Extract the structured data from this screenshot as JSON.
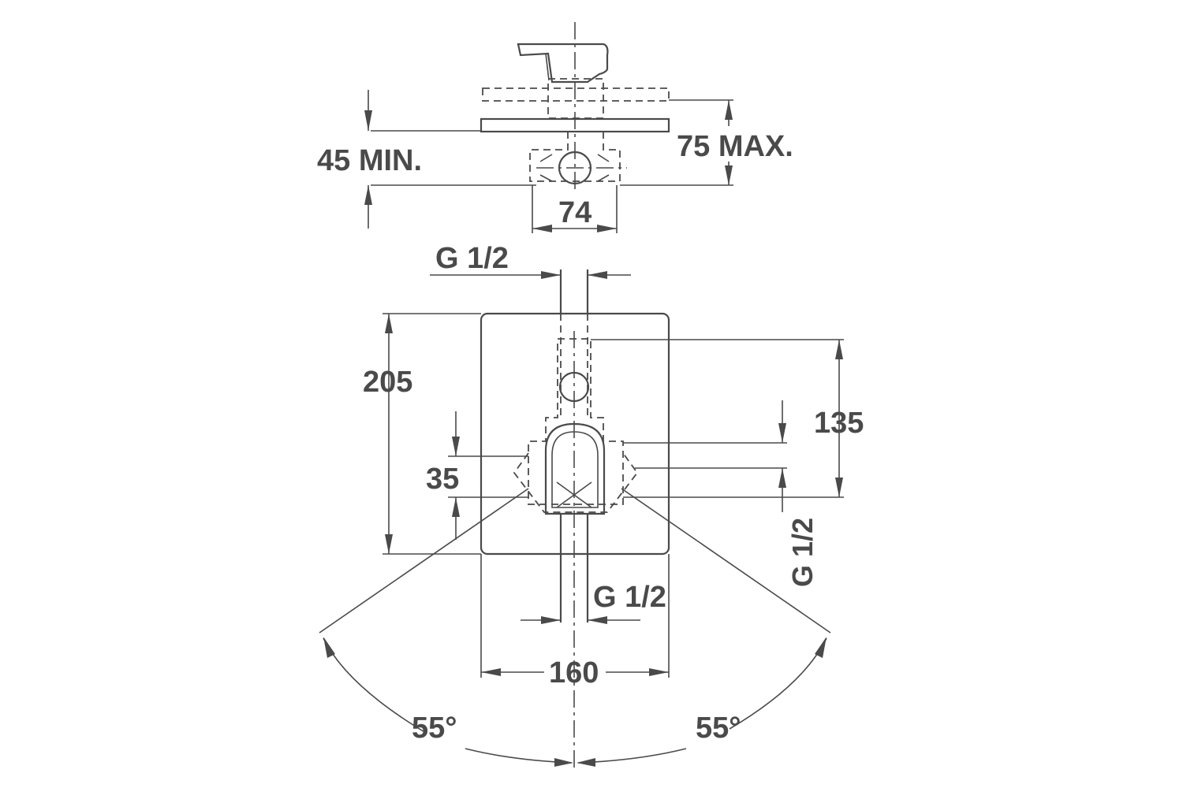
{
  "colors": {
    "line": "#4a4a4a",
    "background": "#ffffff"
  },
  "dimensions": {
    "min_depth": "45 MIN.",
    "max_depth": "75 MAX.",
    "body_width": "74",
    "inlet_top": "G 1/2",
    "plate_height": "205",
    "center_height": "135",
    "spacing": "35",
    "outlet_right": "G 1/2",
    "outlet_bottom": "G 1/2",
    "plate_width": "160",
    "angle_left": "55°",
    "angle_right": "55°"
  }
}
